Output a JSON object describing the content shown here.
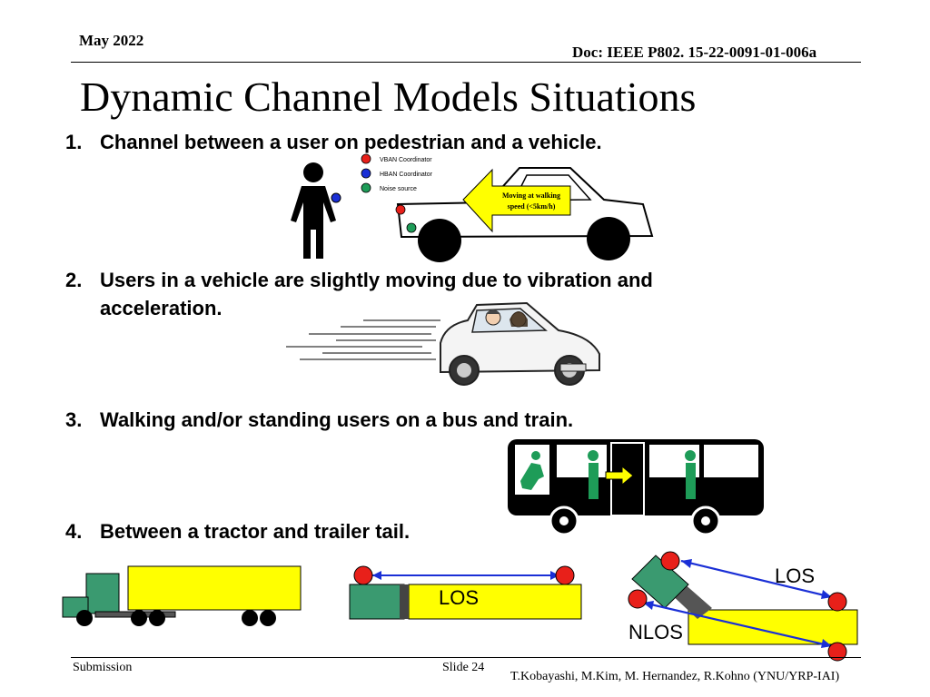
{
  "header": {
    "date": "May 2022",
    "doc": "Doc: IEEE P802. 15-22-0091-01-006a"
  },
  "title": "Dynamic Channel Models Situations",
  "items": [
    {
      "num": "1.",
      "text": "Channel between a user on pedestrian and a vehicle."
    },
    {
      "num": "2.",
      "text": "Users in a vehicle are slightly moving due to vibration and",
      "text2": "acceleration."
    },
    {
      "num": "3.",
      "text": "Walking and/or standing users on a bus and train."
    },
    {
      "num": "4.",
      "text": "Between a tractor and trailer tail."
    }
  ],
  "legend": {
    "vban": "VBAN Coordinator",
    "hban": "HBAN Coordinator",
    "noise": "Noise source"
  },
  "arrow_label": {
    "line1": "Moving at walking",
    "line2": "speed (<5km/h)"
  },
  "los_mid": "LOS",
  "los_right": "LOS",
  "nlos": "NLOS",
  "footer": {
    "submission": "Submission",
    "slide": "Slide 24",
    "authors": "T.Kobayashi, M.Kim, M. Hernandez, R.Kohno (YNU/YRP-IAI)"
  },
  "colors": {
    "vban": "#e8201a",
    "hban": "#1a2fd6",
    "noise": "#1e9c58",
    "trailer": "#ffff00",
    "cab": "#3a9a70",
    "arrow": "#ffff00"
  }
}
